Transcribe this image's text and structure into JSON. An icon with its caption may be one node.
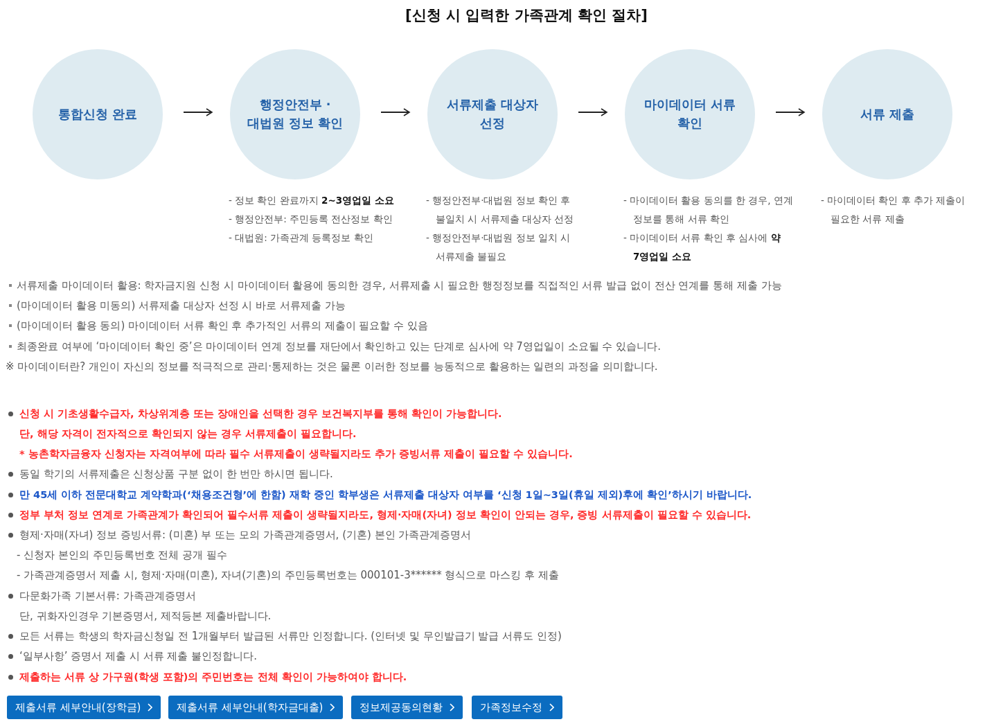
{
  "diagram": {
    "title": "[신청 시 입력한 가족관계 확인 절차]",
    "nodes": [
      {
        "text": [
          "통합신청 완료"
        ]
      },
      {
        "text": [
          "행정안전부 · 대법원 정보 확인"
        ],
        "beside": [
          "- 정보 확인 완료까지 **2~3영업일 소요**",
          "- 행정안전부: 주민등록 전산정보 확인",
          "- 대법원: 가족관계 등록정보 확인"
        ]
      },
      {
        "text": [
          "서류제출 대상자 선정"
        ],
        "beside": [
          "- 행정안전부·대법원 정보 확인 후 불일치 시 서류제출 대상자 선정",
          "- 행정안전부·대법원 정보 일치 시 서류제출 불필요"
        ]
      },
      {
        "text": [
          "마이데이터 서류 확인"
        ],
        "beside": [
          "- 마이데이터 활용 동의를 한 경우, 연계 정보를 통해 서류 확인",
          "- 마이데이터 서류 확인 후 심사에 **약 7영업일 소요**"
        ]
      },
      {
        "text": [
          "서류 제출"
        ],
        "beside": [
          "- 마이데이터 확인 후 추가 제출이 필요한 서류 제출"
        ]
      }
    ],
    "edges": [
      {
        "from": 0,
        "to": 1,
        "arrow": "to"
      },
      {
        "from": 1,
        "to": 2,
        "arrow": "to"
      },
      {
        "from": 2,
        "to": 3,
        "arrow": "to"
      },
      {
        "from": 3,
        "to": 4,
        "arrow": "to"
      }
    ],
    "labels": [
      "서류제출 마이데이터 활용: 학자금지원 신청 시 마이데이터 활용에 동의한 경우, 서류제출 시 필요한 행정정보를 직접적인 서류 발급 없이 전산 연계를 통해 제출 가능",
      "(마이데이터 활용 미동의) 서류제출 대상자 선정 시 바로 서류제출 가능",
      "(마이데이터 활용 동의) 마이데이터 서류 확인 후 추가적인 서류의 제출이 필요할 수 있음",
      "최종완료 여부에 ‘마이데이터 확인 중’은 마이데이터 연계 정보를 재단에서 확인하고 있는 단계로 심사에 약 7영업일이 소요될 수 있습니다.",
      "※ 마이데이터란? 개인이 자신의 정보를 적극적으로 관리·통제하는 것은 물론 이러한 정보를 능동적으로 활용하는 일련의 과정을 의미합니다.",
      "신청 시 기초생활수급자, 차상위계층 또는 장애인을 선택한 경우 보건복지부를 통해 확인이 가능합니다.",
      "단, 해당 자격이 전자적으로 확인되지 않는 경우 서류제출이 필요합니다.",
      "* 농촌학자금융자 신청자는 자격여부에 따라 필수 서류제출이 생략될지라도 추가 증빙서류 제출이 필요할 수 있습니다.",
      "동일 학기의 서류제출은 신청상품 구분 없이 한 번만 하시면 됩니다.",
      "만 45세 이하 전문대학교 계약학과(‘채용조건형’에 한함) 재학 중인 학부생은 서류제출 대상자 여부를 ‘신청 1일~3일(휴일 제외)후에 확인’하시기 바랍니다.",
      "정부 부처 정보 연계로 가족관계가 확인되어 필수서류 제출이 생략될지라도, 형제·자매(자녀) 정보 확인이 안되는 경우, 증빙 서류제출이 필요할 수 있습니다.",
      "형제·자매(자녀) 정보 증빙서류: (미혼) 부 또는 모의 가족관계증명서, (기혼) 본인 가족관계증명서",
      "- 신청자 본인의 주민등록번호 전체 공개 필수",
      "- 가족관계증명서 제출 시, 형제·자매(미혼), 자녀(기혼)의 주민등록번호는 000101-3****** 형식으로 마스킹 후 제출",
      "다문화가족 기본서류: 가족관계증명서",
      "단, 귀화자인경우 기본증명서, 제적등본 제출바랍니다.",
      "모든 서류는 학생의 학자금신청일 전 1개월부터 발급된 서류만 인정합니다. (인터넷 및 무인발급기 발급 서류도 인정)",
      "‘일부사항’ 증명서 제출 시 서류 제출 불인정합니다.",
      "제출하는 서류 상 가구원(학생 포함)의 주민번호는 전체 확인이 가능하여야 합니다.",
      "제출서류 세부안내(장학금)",
      "제출서류 세부안내(학자금대출)",
      "정보제공동의현황",
      "가족정보수정"
    ]
  }
}
